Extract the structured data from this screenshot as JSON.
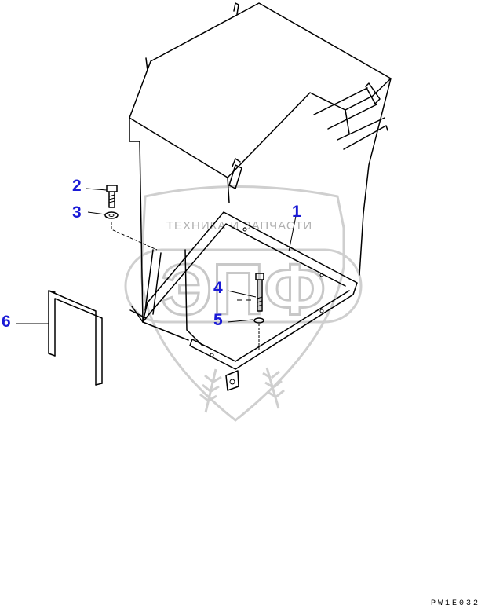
{
  "watermark": {
    "top_text": "ТЕХНИКА И ЗАПЧАСТИ",
    "logo_text": "ЭПФ"
  },
  "callouts": [
    {
      "id": "1",
      "label": "1"
    },
    {
      "id": "2",
      "label": "2"
    },
    {
      "id": "3",
      "label": "3"
    },
    {
      "id": "4",
      "label": "4"
    },
    {
      "id": "5",
      "label": "5"
    },
    {
      "id": "6",
      "label": "6"
    }
  ],
  "colors": {
    "callout": "#1a1ad6",
    "line": "#000000",
    "watermark": "#c8c8c8"
  },
  "drawing_code": "PW1E032"
}
